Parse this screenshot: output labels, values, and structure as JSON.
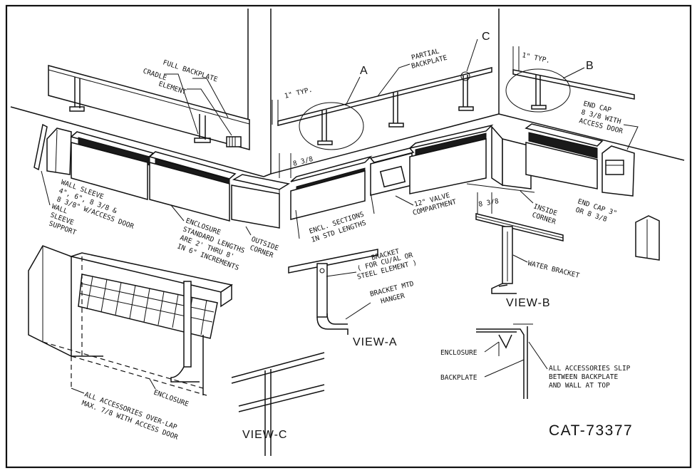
{
  "labels": {
    "full_backplate": "FULL BACKPLATE",
    "cradle": "CRADLE",
    "element": "ELEMENT",
    "one_inch_typ_left": "1\" TYP.",
    "one_inch_typ_right": "1\" TYP.",
    "callout_a": "A",
    "callout_b": "B",
    "callout_c": "C",
    "partial_backplate_1": "PARTIAL",
    "partial_backplate_2": "BACKPLATE",
    "end_cap_door_1": "END CAP",
    "end_cap_door_2": "8 3/8 WITH",
    "end_cap_door_3": "ACCESS DOOR",
    "dim_8_3_8_left": "8 3/8",
    "dim_8_3_8_right": "8 3/8",
    "wall_sleeve_1": "WALL SLEEVE",
    "wall_sleeve_2": "4\", 6\", 8 3/8 &",
    "wall_sleeve_3": "8 3/8\" W/ACCESS DOOR",
    "wall_sleeve_support_1": "WALL",
    "wall_sleeve_support_2": "SLEEVE",
    "wall_sleeve_support_3": "SUPPORT",
    "enclosure_std_1": "ENCLOSURE",
    "enclosure_std_2": "STANDARD LENGTHS",
    "enclosure_std_3": "ARE 2' THRU 8'",
    "enclosure_std_4": "IN 6\" INCREMENTS",
    "outside_corner_1": "OUTSIDE",
    "outside_corner_2": "CORNER",
    "encl_sections_1": "ENCL. SECTIONS",
    "encl_sections_2": "IN STD LENGTHS",
    "valve_compartment_1": "12\" VALVE",
    "valve_compartment_2": "COMPARTMENT",
    "inside_corner_1": "INSIDE",
    "inside_corner_2": "CORNER",
    "end_cap_3_1": "END CAP 3\"",
    "end_cap_3_2": "OR 8 3/8",
    "water_bracket": "WATER BRACKET",
    "bracket_1": "BRACKET",
    "bracket_2": "( FOR CU/AL OR",
    "bracket_3": "STEEL ELEMENT )",
    "bracket_mtd_1": "BRACKET MTD",
    "bracket_mtd_2": "HANGER",
    "view_a": "VIEW-A",
    "view_b": "VIEW-B",
    "view_c": "VIEW-C",
    "enclosure_small": "ENCLOSURE",
    "enclosure_detail": "ENCLOSURE",
    "backplate": "BACKPLATE",
    "all_slip_1": "ALL ACCESSORIES SLIP",
    "all_slip_2": "BETWEEN BACKPLATE",
    "all_slip_3": "AND WALL AT TOP",
    "overlap_1": "ALL ACCESSORIES OVER-LAP",
    "overlap_2": "MAX. 7/8 WITH ACCESS DOOR",
    "catalog_number": "CAT-73377"
  }
}
